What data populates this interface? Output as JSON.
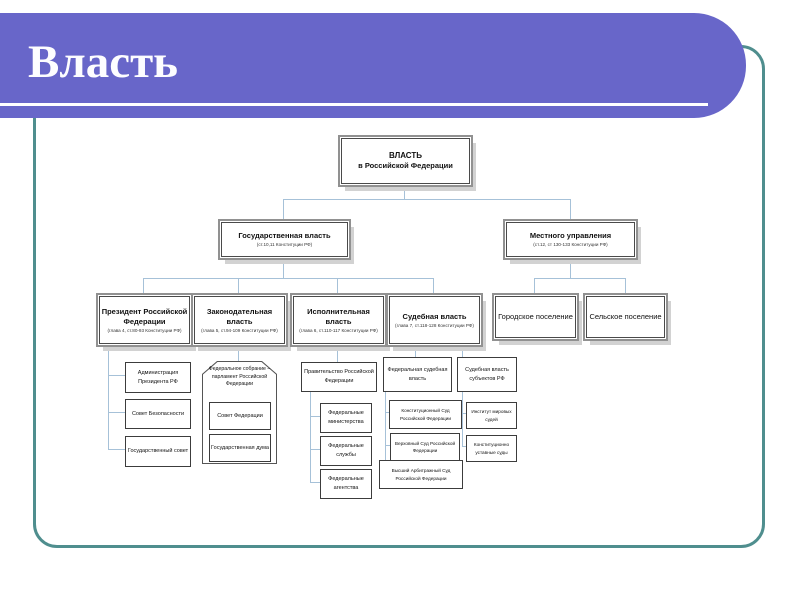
{
  "slide": {
    "title": "Власть",
    "colors": {
      "header": "#6866c9",
      "frame_border": "#4f8e8e",
      "connector": "#a6c1d8"
    }
  },
  "diagram": {
    "root": {
      "line1": "ВЛАСТЬ",
      "line2": "в Российской Федерации"
    },
    "state": {
      "title": "Государственная власть",
      "note": "(ст.10,11 Конституции РФ)"
    },
    "local": {
      "title": "Местного управления",
      "note": "(ст.12, ст 130-133 Конституции РФ)"
    },
    "president": {
      "title": "Президент Российской Федерации",
      "note": "(глава 4, ст.80-93 Конституции РФ)"
    },
    "legislative": {
      "title": "Законодательная власть",
      "note": "(глава 5, ст.94-109 Конституции РФ)"
    },
    "executive": {
      "title": "Исполнительная власть",
      "note": "(глава 6, ст.110-117 Конституции РФ)"
    },
    "judicial": {
      "title": "Судебная власть",
      "note": "(глава 7, ст.118-128 Конституции РФ)"
    },
    "urban": {
      "title": "Городское поселение"
    },
    "rural": {
      "title": "Сельское поселение"
    },
    "admin": "Администрация Президента РФ",
    "security": "Совет Безопасности",
    "statecouncil": "Государственный совет",
    "assembly": "Федеральное собрание – парламент Российской Федерации",
    "sovfed": "Совет Федерации",
    "duma": "Государственная дума",
    "government": "Правительство Российской Федерации",
    "ministries": "Федеральные министерства",
    "services": "Федеральные службы",
    "agencies": "Федеральные агентства",
    "fedjudicial": "Федеральная судебная власть",
    "constcourt": "Конституционный Суд Российской Федерации",
    "supcourt": "Верховный Суд Российской Федерации",
    "arbcourt": "Высший Арбитражный Суд Российской Федерации",
    "subjjudicial": "Судебная власть субъектов РФ",
    "justices": "Институт мировых судей",
    "constregional": "Конституционно уставные суды"
  }
}
